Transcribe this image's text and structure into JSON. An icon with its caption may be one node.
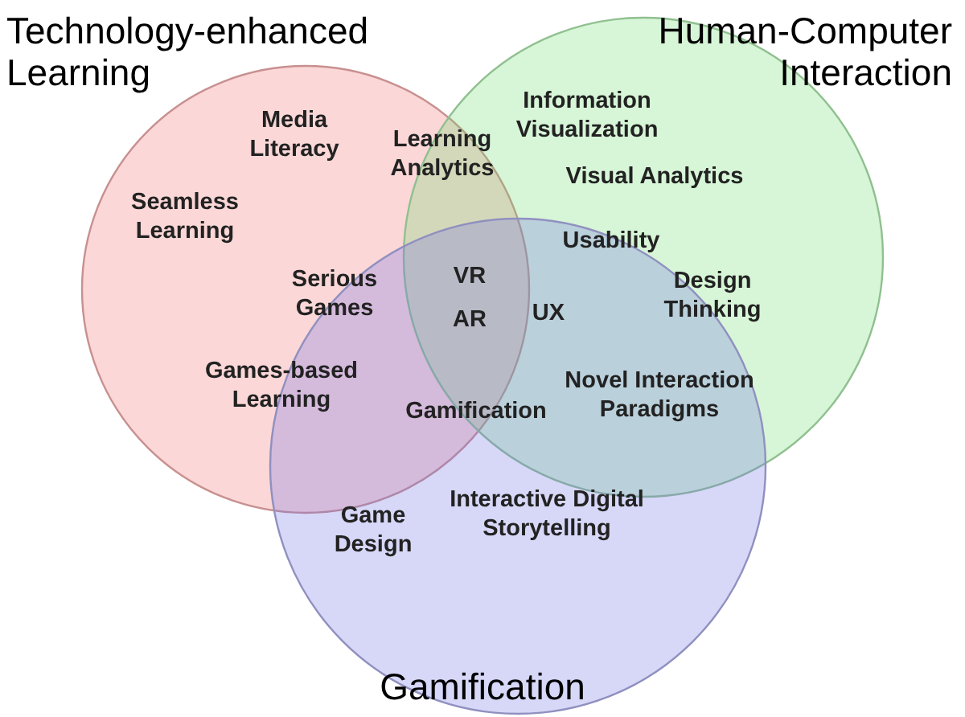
{
  "diagram": {
    "nodes": [
      {
        "text": [
          "Technology-enhanced Learning"
        ]
      },
      {
        "text": [
          "Human-Computer Interaction"
        ]
      },
      {
        "text": [
          "Gamification"
        ]
      }
    ],
    "labels": [
      "Media Literacy",
      "Learning Analytics",
      "Information Visualization",
      "Seamless Learning",
      "Visual Analytics",
      "Usability",
      "Serious Games",
      "VR",
      "UX",
      "Design Thinking",
      "AR",
      "Games-based Learning",
      "Novel Interaction Paradigms",
      "Gamification",
      "Interactive Digital Storytelling",
      "Game Design"
    ]
  }
}
